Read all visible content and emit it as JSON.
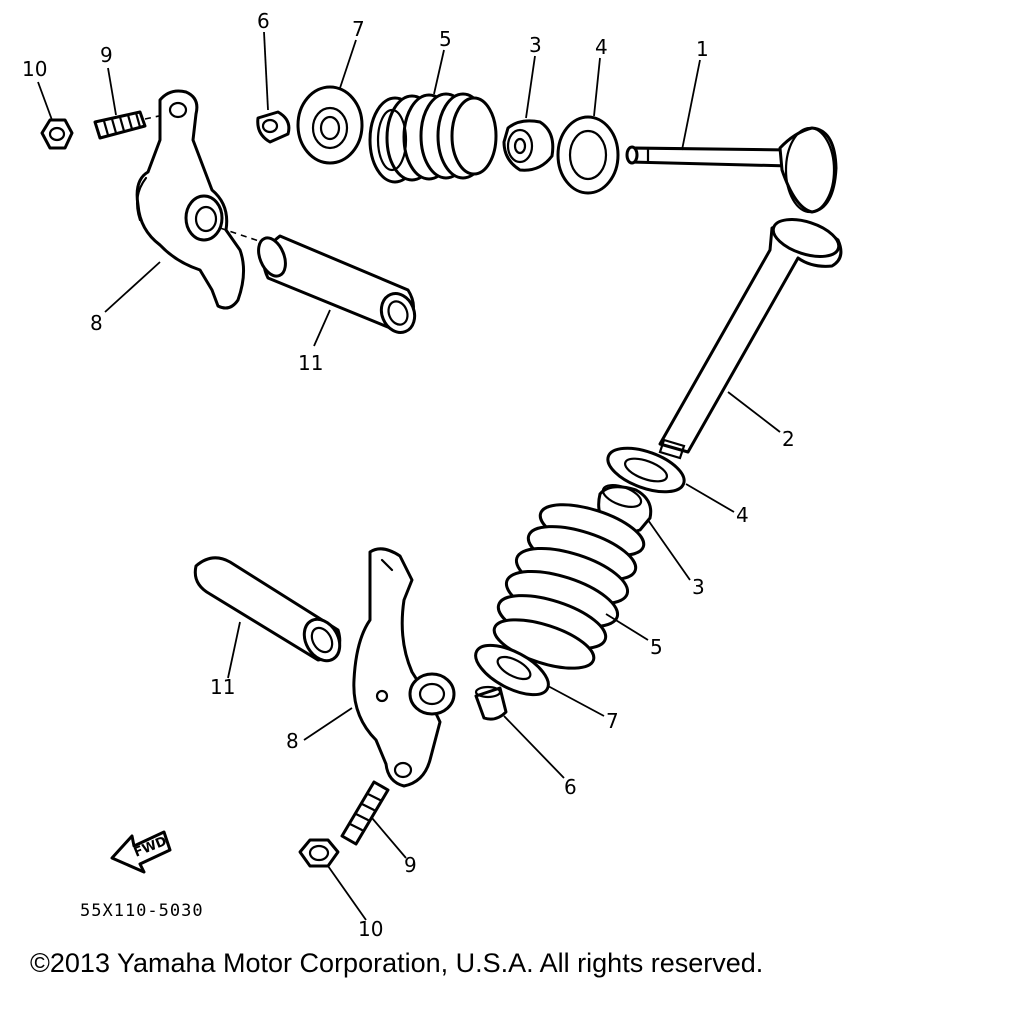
{
  "callouts": {
    "c1": "1",
    "c2": "2",
    "c3a": "3",
    "c3b": "3",
    "c4a": "4",
    "c4b": "4",
    "c5a": "5",
    "c5b": "5",
    "c6a": "6",
    "c6b": "6",
    "c7a": "7",
    "c7b": "7",
    "c8a": "8",
    "c8b": "8",
    "c9a": "9",
    "c9b": "9",
    "c10a": "10",
    "c10b": "10",
    "c11a": "11",
    "c11b": "11"
  },
  "fwd_label": "FWD",
  "diagram_code": "55X110-5030",
  "copyright": "©2013 Yamaha Motor Corporation, U.S.A. All rights reserved."
}
